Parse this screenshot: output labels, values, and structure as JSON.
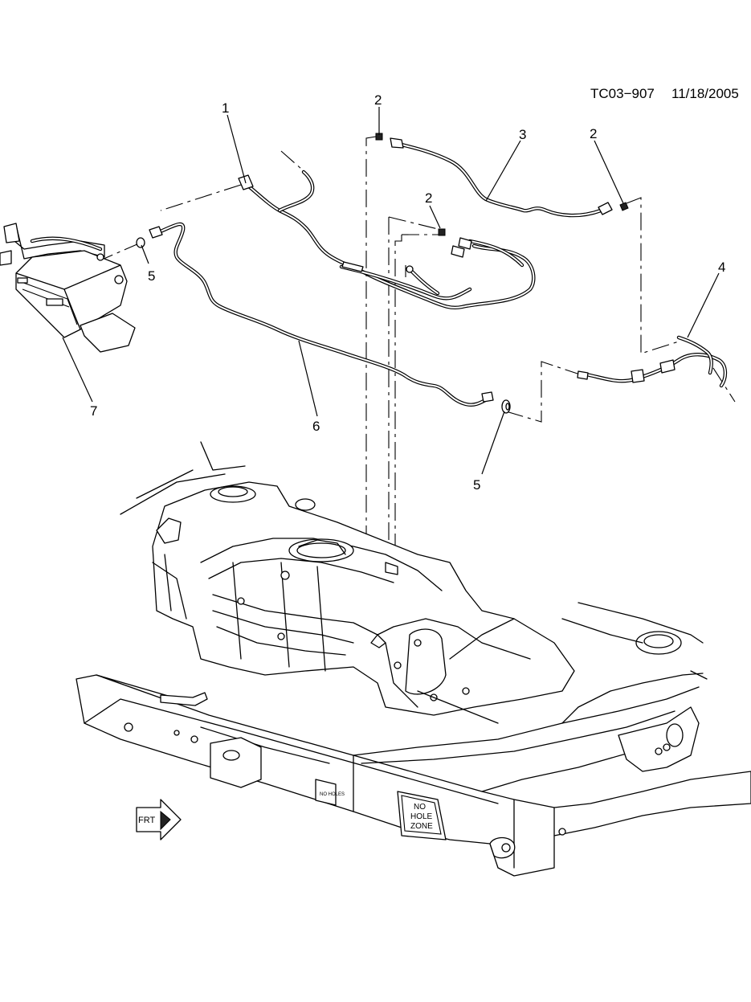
{
  "header": {
    "code": "TC03−907",
    "date": "11/18/2005"
  },
  "callouts": [
    {
      "id": "c1",
      "text": "1"
    },
    {
      "id": "c2a",
      "text": "2"
    },
    {
      "id": "c2b",
      "text": "2"
    },
    {
      "id": "c2c",
      "text": "2"
    },
    {
      "id": "c3",
      "text": "3"
    },
    {
      "id": "c4",
      "text": "4"
    },
    {
      "id": "c5a",
      "text": "5"
    },
    {
      "id": "c5b",
      "text": "5"
    },
    {
      "id": "c6",
      "text": "6"
    },
    {
      "id": "c7",
      "text": "7"
    }
  ],
  "frame_labels": {
    "no_holes": "NO HOLES",
    "zone_line1": "NO",
    "zone_line2": "HOLE",
    "zone_line3": "ZONE"
  },
  "front_arrow": {
    "text": "FRT"
  }
}
